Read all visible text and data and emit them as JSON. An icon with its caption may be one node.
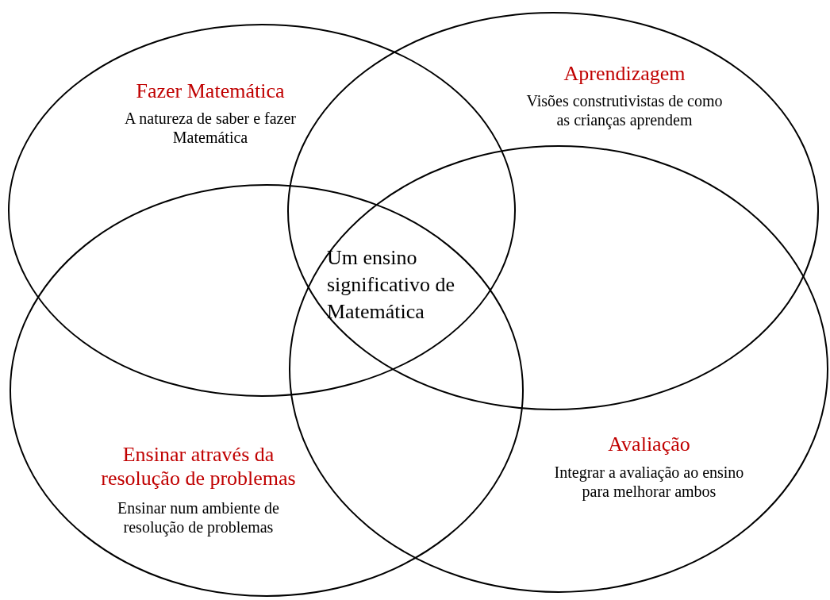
{
  "diagram": {
    "nodes": [
      {
        "text": [
          "Fazer Matemática",
          "A natureza de saber e fazer Matemática"
        ]
      },
      {
        "text": [
          "Aprendizagem",
          "Visões construtivistas de como as crianças aprendem"
        ]
      },
      {
        "text": [
          "Ensinar através da resolução de problemas",
          "Ensinar num ambiente de resolução de problemas"
        ]
      },
      {
        "text": [
          "Avaliação",
          "Integrar a avaliação ao ensino para melhorar ambos"
        ]
      }
    ],
    "labels": [
      "Um ensino significativo de Matemática"
    ]
  }
}
